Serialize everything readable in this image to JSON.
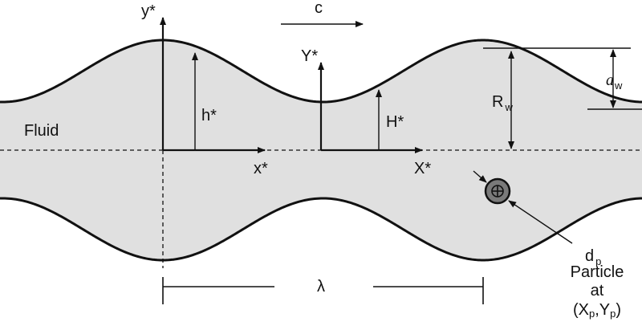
{
  "diagram": {
    "wave_direction_label": "c",
    "fluid_label": "Fluid",
    "lab_frame": {
      "vertical_axis": "y*",
      "horizontal_axis": "x*",
      "height_label": "h*"
    },
    "wave_frame": {
      "vertical_axis": "Y*",
      "horizontal_axis": "X*",
      "height_label": "H*"
    },
    "radius_label": {
      "main": "R",
      "sub": "w"
    },
    "amplitude_label": {
      "main": "a",
      "sub": "w"
    },
    "wavelength_label": "λ",
    "particle": {
      "diameter_label": {
        "main": "d",
        "sub": "p"
      },
      "desc_line1": "Particle",
      "desc_line2": "at",
      "position_prefix": "(X",
      "position_sub_x": "p",
      "position_mid": ",Y",
      "position_sub_y": "p",
      "position_suffix": ")"
    }
  },
  "colors": {
    "fluid_fill": "#e0e0e0",
    "wall_stroke": "#111111",
    "particle_fill": "#7a7a7a"
  }
}
